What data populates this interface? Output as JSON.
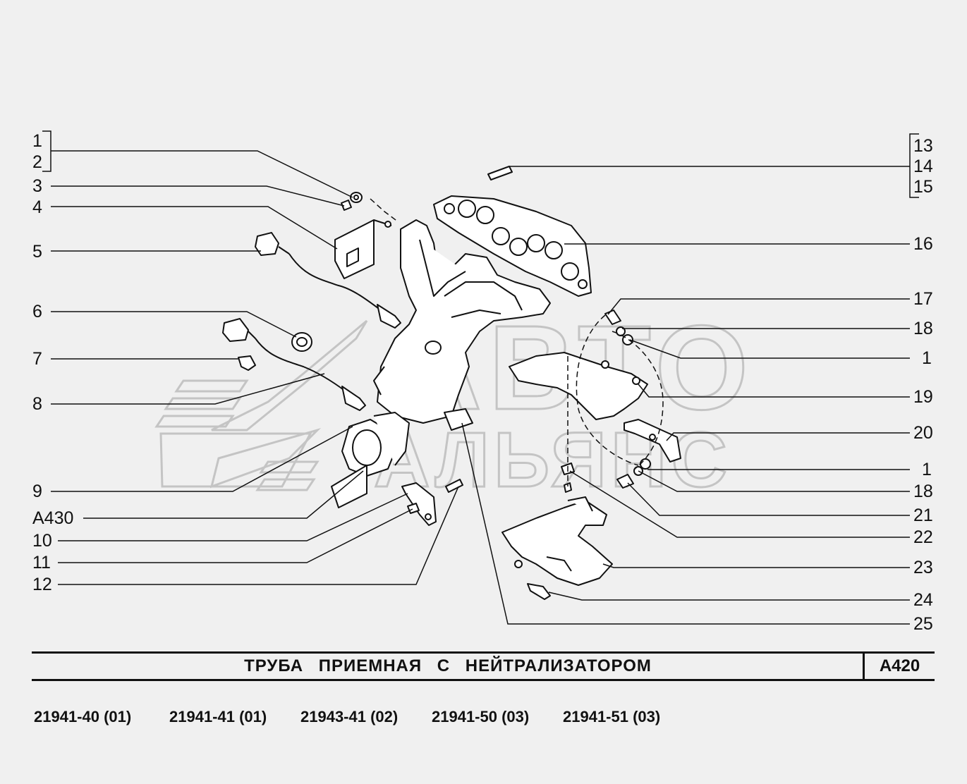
{
  "callouts_left": [
    {
      "id": "1",
      "label": "1"
    },
    {
      "id": "2",
      "label": "2"
    },
    {
      "id": "3",
      "label": "3"
    },
    {
      "id": "4",
      "label": "4"
    },
    {
      "id": "5",
      "label": "5"
    },
    {
      "id": "6",
      "label": "6"
    },
    {
      "id": "7",
      "label": "7"
    },
    {
      "id": "8",
      "label": "8"
    },
    {
      "id": "9",
      "label": "9"
    },
    {
      "id": "a430",
      "label": "A430"
    },
    {
      "id": "10",
      "label": "10"
    },
    {
      "id": "11",
      "label": "11"
    },
    {
      "id": "12",
      "label": "12"
    }
  ],
  "callouts_right": [
    {
      "id": "13",
      "label": "13"
    },
    {
      "id": "14",
      "label": "14"
    },
    {
      "id": "15",
      "label": "15"
    },
    {
      "id": "16",
      "label": "16"
    },
    {
      "id": "17",
      "label": "17"
    },
    {
      "id": "18a",
      "label": "18"
    },
    {
      "id": "1a",
      "label": "1"
    },
    {
      "id": "19",
      "label": "19"
    },
    {
      "id": "20",
      "label": "20"
    },
    {
      "id": "1b",
      "label": "1"
    },
    {
      "id": "18b",
      "label": "18"
    },
    {
      "id": "21",
      "label": "21"
    },
    {
      "id": "22",
      "label": "22"
    },
    {
      "id": "23",
      "label": "23"
    },
    {
      "id": "24",
      "label": "24"
    },
    {
      "id": "25",
      "label": "25"
    }
  ],
  "title": {
    "text": "ТРУБА ПРИЕМНАЯ С НЕЙТРАЛИЗАТОРОМ",
    "code": "A420"
  },
  "models": [
    "21941-40 (01)",
    "21941-41 (01)",
    "21943-41 (02)",
    "21941-50 (03)",
    "21941-51 (03)"
  ],
  "watermark": {
    "line1": "АВТО",
    "line2": "АЛЬЯНС"
  },
  "colors": {
    "background": "#f0f0f0",
    "line": "#111111",
    "watermark": "#c8c8c8"
  }
}
